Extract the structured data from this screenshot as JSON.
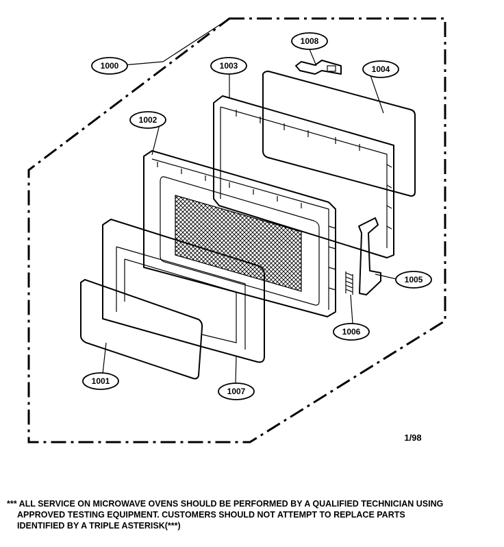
{
  "diagram": {
    "callouts": {
      "c1000": "1000",
      "c1001": "1001",
      "c1002": "1002",
      "c1003": "1003",
      "c1004": "1004",
      "c1005": "1005",
      "c1006": "1006",
      "c1007": "1007",
      "c1008": "1008"
    },
    "date_code": "1/98"
  },
  "footnote": {
    "line1": "*** ALL SERVICE ON MICROWAVE OVENS SHOULD BE PERFORMED BY A QUALIFIED TECHNICIAN USING",
    "line2": "APPROVED TESTING EQUIPMENT. CUSTOMERS SHOULD NOT ATTEMPT TO REPLACE PARTS",
    "line3": "IDENTIFIED BY A TRIPLE ASTERISK(***)"
  }
}
